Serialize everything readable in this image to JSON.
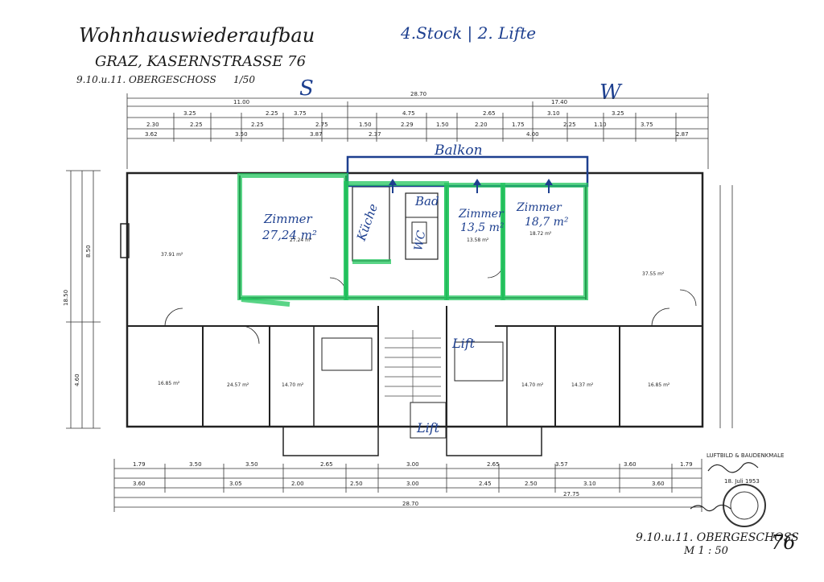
{
  "header": {
    "title": "Wohnhauswiederaufbau",
    "address": "GRAZ, KASERNSTRASSE 76",
    "floor_line": "9.10.u.11. OBERGESCHOSS",
    "scale": "1/50",
    "note": "4.Stock | 2. Lifte",
    "compass_s": "S",
    "compass_w": "W"
  },
  "rooms": {
    "balkon": "Balkon",
    "zimmer1": "Zimmer",
    "zimmer1_area": "27,24 m²",
    "kueche": "Küche",
    "bad": "Bad",
    "wc": "WC",
    "zimmer2": "Zimmer",
    "zimmer2_area": "13,5 m²",
    "zimmer3": "Zimmer",
    "zimmer3_area": "18,7 m²",
    "lift1": "Lift",
    "lift2": "Lift"
  },
  "printed_areas": {
    "a1": "37.91 m²",
    "a2": "27.24 m²",
    "a3": "13.58 m²",
    "a4": "18.72 m²",
    "a5": "37.55 m²",
    "a6": "16.85 m²",
    "a7": "24.57 m²",
    "a8": "14.70 m²",
    "a9": "14.70 m²",
    "a10": "14.37 m²",
    "a11": "16.85 m²"
  },
  "top_dims": {
    "total": "28.70",
    "left": "11.00",
    "right": "17.40",
    "row1": [
      "3.25",
      "2.25",
      "3.75",
      "4.75",
      "2.65",
      "3.10",
      "3.25"
    ],
    "row2": [
      "2.30",
      "2.25",
      "2.25",
      "2.75",
      "1.50",
      "2.29",
      "1.50",
      "2.20",
      "1.75",
      "2.25",
      "1.10",
      "3.75"
    ],
    "row3": [
      "3.62",
      "3.50",
      "3.87",
      "2.37",
      "4.00",
      "2.87"
    ]
  },
  "bottom_dims": {
    "total": "28.70",
    "sub": "27.75",
    "row1": [
      "1.79",
      "3.50",
      "3.50",
      "2.65",
      "3.00",
      "2.65",
      "3.57",
      "3.60",
      "1.79"
    ],
    "row2": [
      "3.60",
      "3.05",
      "2.00",
      "2.50",
      "3.00",
      "2.45",
      "2.50",
      "3.10",
      "3.60"
    ]
  },
  "side_dims": {
    "left_total": "18.50",
    "left_top": "8.50",
    "left_bottom": "4.60"
  },
  "stamp": {
    "text": "LUFTBILD & BAUDENKMALE",
    "date": "18. Juli 1953"
  },
  "footer": {
    "floor_label": "9.10.u.11. OBERGESCHOSS",
    "scale_label": "M  1 : 50",
    "plan_number": "76"
  },
  "colors": {
    "green_highlight": "#22c55e",
    "blue_annotation": "#1d3f8f",
    "ink": "#1a1a1a"
  }
}
